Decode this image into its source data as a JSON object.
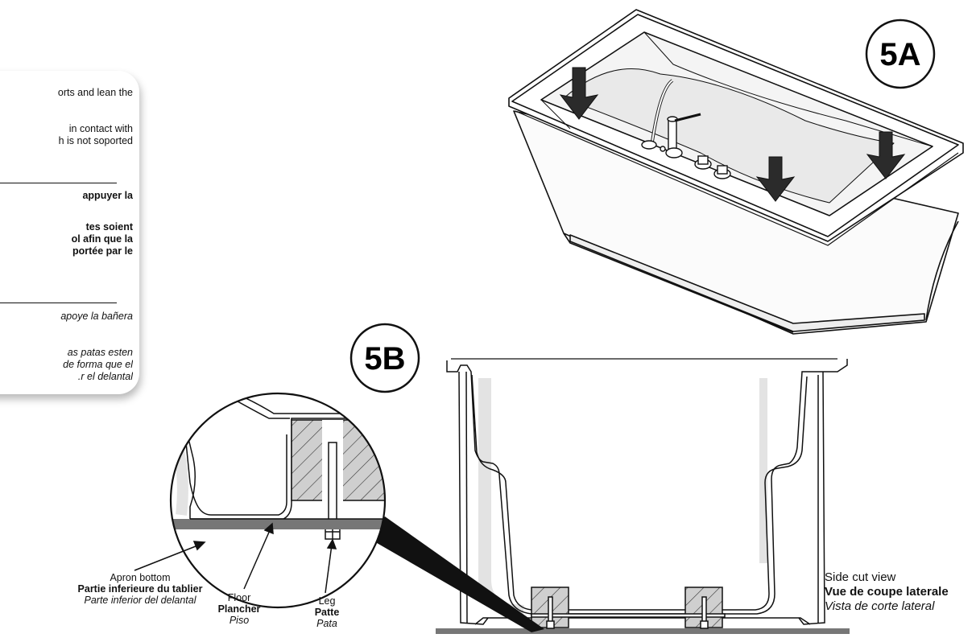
{
  "instructions": {
    "en": {
      "lines": [
        "orts and lean the",
        "in contact with",
        "h is not soported"
      ]
    },
    "fr": {
      "lines": [
        "appuyer la",
        "tes soient",
        "ol afin que la",
        "portée par le"
      ]
    },
    "es": {
      "lines": [
        "apoye la bañera",
        "as patas esten",
        "de forma que el",
        "r el delantal."
      ]
    }
  },
  "figures": {
    "fig_a": "5A",
    "fig_b": "5B"
  },
  "callouts": {
    "apron": {
      "en": "Apron bottom",
      "fr": "Partie inferieure du tablier",
      "es": "Parte inferior del delantal"
    },
    "floor": {
      "en": "Floor",
      "fr": "Plancher",
      "es": "Piso"
    },
    "leg": {
      "en": "Leg",
      "fr": "Patte",
      "es": "Pata"
    },
    "view": {
      "en": "Side cut view",
      "fr": "Vue de coupe laterale",
      "es": "Vista de corte lateral"
    }
  },
  "colors": {
    "floor": "#777777",
    "hatch": "#cfcfcf",
    "arrow": "#2b2b2b",
    "shadow": "#e3e3e3"
  }
}
